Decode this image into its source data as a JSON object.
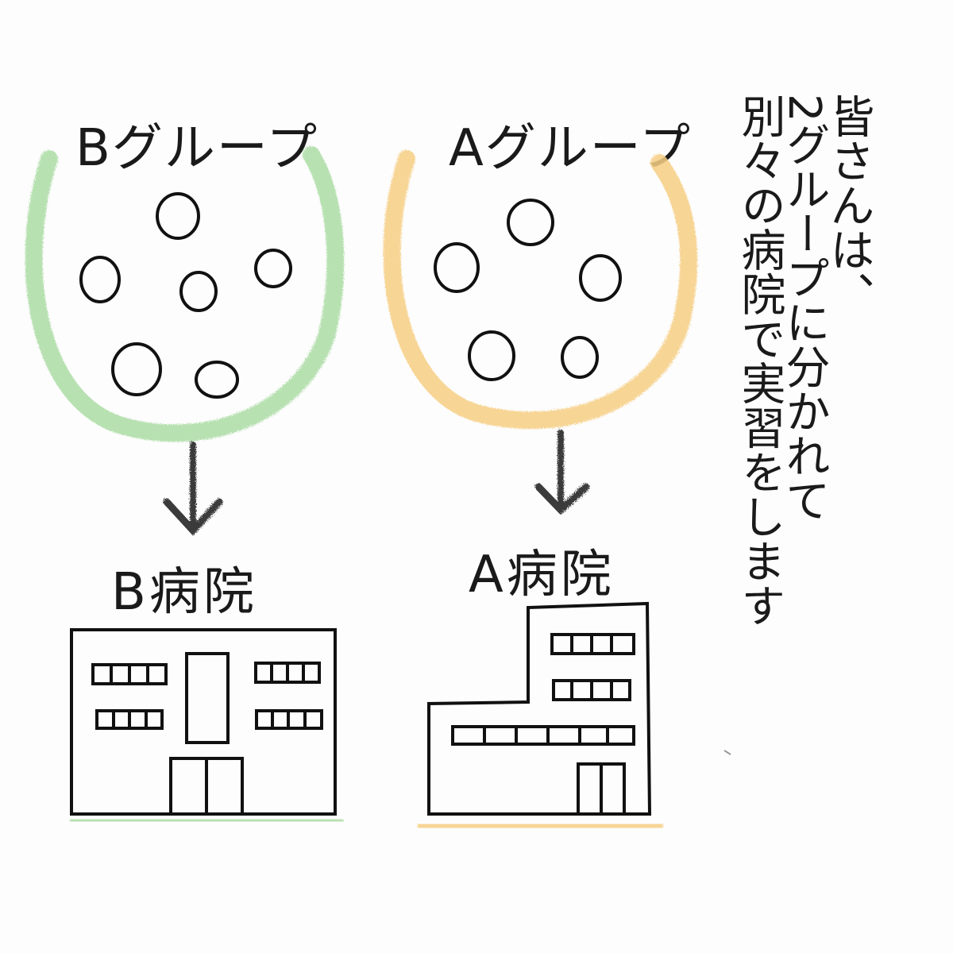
{
  "narration": {
    "line1": "皆さんは、",
    "line2": "2グループに分かれて",
    "line3": "別々の病院で実習をします"
  },
  "group_b": {
    "label": "Bグループ",
    "member_count": 6,
    "color": "#a8dba0"
  },
  "group_a": {
    "label": "Aグループ",
    "member_count": 5,
    "color": "#f6cf84"
  },
  "hospital_b": {
    "label": "B病院"
  },
  "hospital_a": {
    "label": "A病院"
  },
  "colors": {
    "ink": "#1a1a1a",
    "arrow": "#3a3a3a",
    "background": "#fdfdfd"
  }
}
